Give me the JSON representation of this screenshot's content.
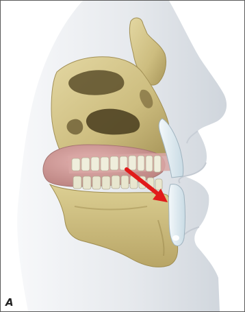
{
  "figure": {
    "panel_label": "A",
    "colors": {
      "background": "#ffffff",
      "frame": "#5a5a5a",
      "soft_tissue": "#e7eaee",
      "soft_tissue_shade": "#d3d8de",
      "bone": "#d6c88e",
      "bone_shade": "#b7a566",
      "bone_dark": "#5c4f2a",
      "tongue": "#c98f8c",
      "gum": "#d9a7a4",
      "teeth": "#eeeeda",
      "dental_cast": "#e3eef4",
      "arrow": "#e11b1b"
    },
    "layers": [
      {
        "name": "face-soft-tissue",
        "icon": "face-profile-icon"
      },
      {
        "name": "nasal-bone",
        "icon": "bone-icon"
      },
      {
        "name": "maxilla",
        "icon": "bone-icon"
      },
      {
        "name": "tongue",
        "icon": "tongue-icon"
      },
      {
        "name": "teeth",
        "icon": "tooth-icon"
      },
      {
        "name": "mandible",
        "icon": "jaw-icon"
      },
      {
        "name": "dental-appliance",
        "icon": "appliance-icon"
      },
      {
        "name": "direction-arrow",
        "icon": "arrow-icon"
      }
    ]
  }
}
